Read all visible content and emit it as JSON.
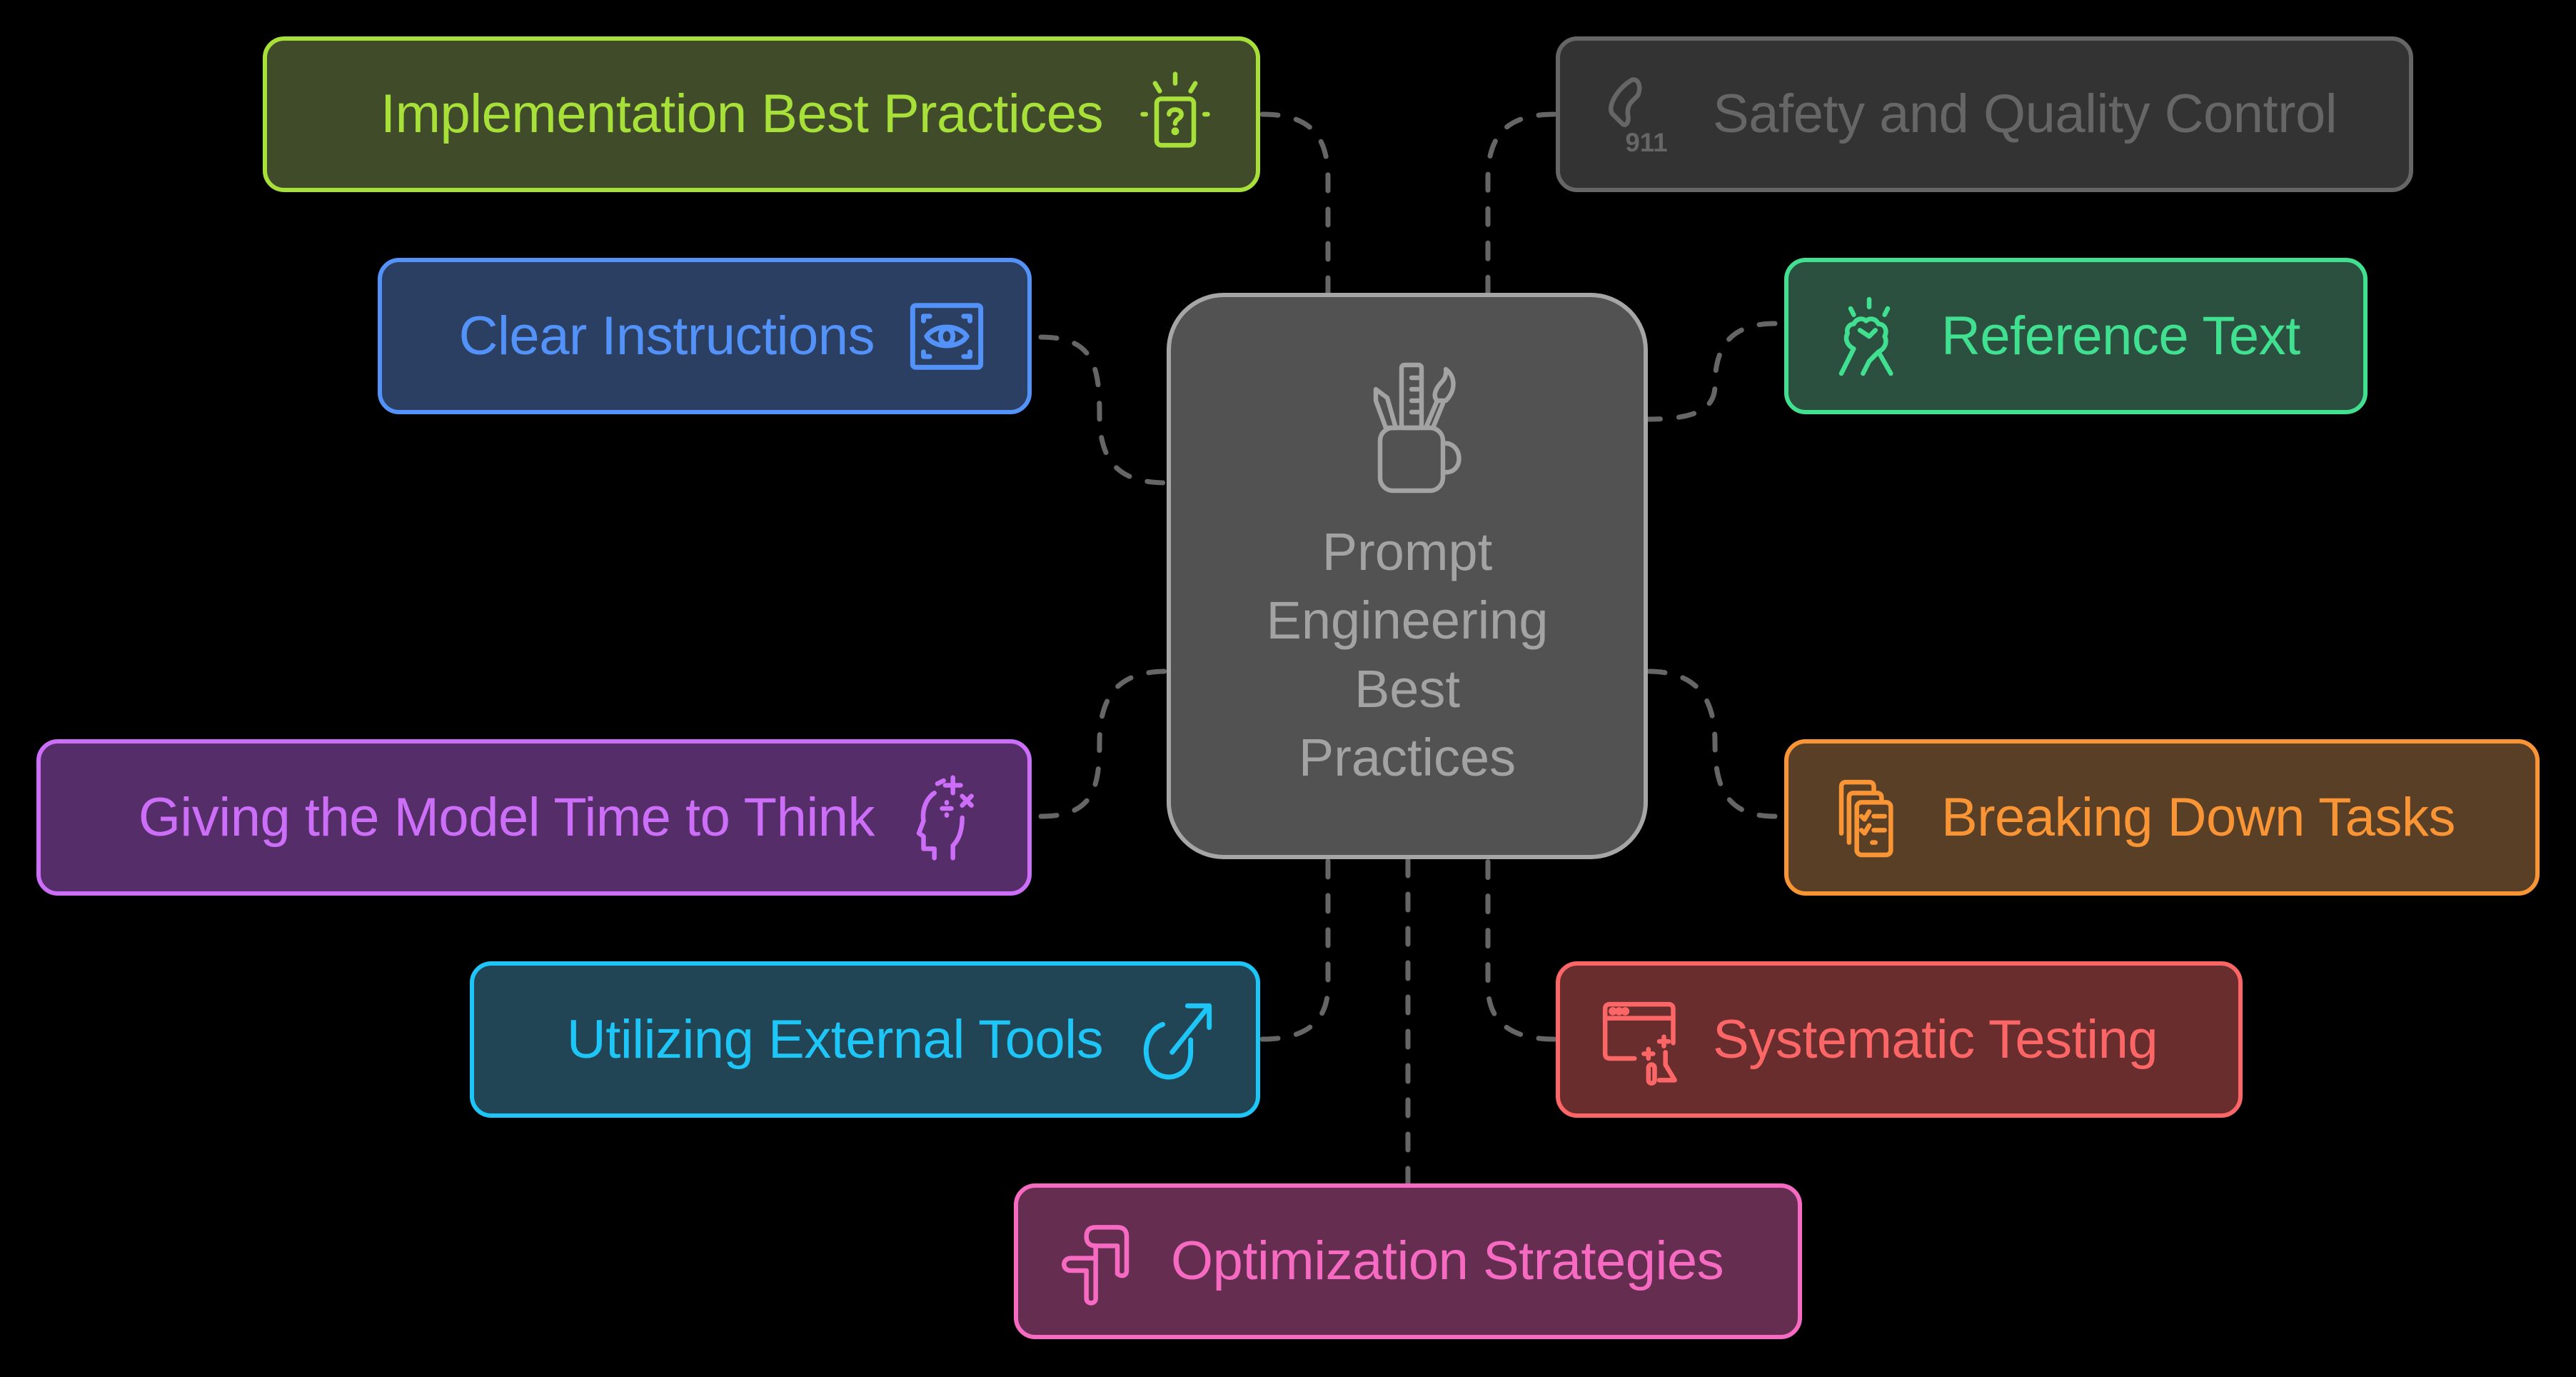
{
  "diagram": {
    "type": "mind-map",
    "center": {
      "title_lines": [
        "Prompt",
        "Engineering",
        "Best",
        "Practices"
      ],
      "icon": "pencil-ruler-brush-cup-icon",
      "colors": {
        "fill": "#525252",
        "stroke": "#a6a6a6",
        "text": "#a3a3a3"
      }
    },
    "connector_color": "#666666",
    "nodes": [
      {
        "id": "implementation",
        "label": "Implementation Best Practices",
        "icon": "lightbulb-question-icon",
        "icon_side": "right",
        "colors": {
          "fill": "#404b2a",
          "stroke": "#a8e03a",
          "text": "#a8e03a"
        }
      },
      {
        "id": "safety",
        "label": "Safety and Quality Control",
        "icon": "phone-911-icon",
        "icon_side": "left",
        "colors": {
          "fill": "#333333",
          "stroke": "#666666",
          "text": "#666666"
        }
      },
      {
        "id": "clear",
        "label": "Clear Instructions",
        "icon": "eye-scan-icon",
        "icon_side": "right",
        "colors": {
          "fill": "#2b3f63",
          "stroke": "#5392f8",
          "text": "#5392f8"
        }
      },
      {
        "id": "reference",
        "label": "Reference Text",
        "icon": "handshake-clasp-icon",
        "icon_side": "left",
        "colors": {
          "fill": "#2b5040",
          "stroke": "#40e090",
          "text": "#40e090"
        }
      },
      {
        "id": "thinking",
        "label": "Giving the Model Time to Think",
        "icon": "head-math-icon",
        "icon_side": "right",
        "colors": {
          "fill": "#552d68",
          "stroke": "#cc6ef7",
          "text": "#cc6ef7"
        }
      },
      {
        "id": "breaking",
        "label": "Breaking Down Tasks",
        "icon": "checklist-stack-icon",
        "icon_side": "left",
        "colors": {
          "fill": "#5a3f27",
          "stroke": "#f99535",
          "text": "#f99535"
        }
      },
      {
        "id": "tools",
        "label": "Utilizing External Tools",
        "icon": "arrow-out-circle-icon",
        "icon_side": "right",
        "colors": {
          "fill": "#224556",
          "stroke": "#1ec6f7",
          "text": "#1ec6f7"
        }
      },
      {
        "id": "testing",
        "label": "Systematic Testing",
        "icon": "browser-flask-icon",
        "icon_side": "left",
        "colors": {
          "fill": "#692d2d",
          "stroke": "#fc6666",
          "text": "#fc6666"
        }
      },
      {
        "id": "optimization",
        "label": "Optimization Strategies",
        "icon": "pipe-flow-icon",
        "icon_side": "left",
        "colors": {
          "fill": "#652e50",
          "stroke": "#f76ac2",
          "text": "#f76ac2"
        }
      }
    ]
  }
}
